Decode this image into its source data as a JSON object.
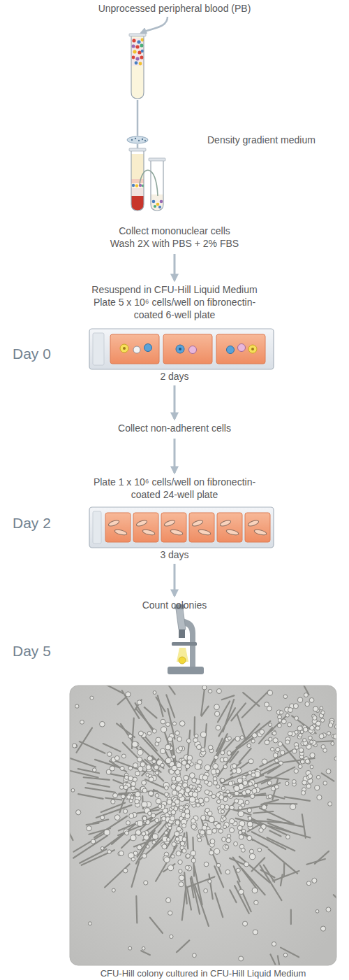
{
  "diagram": {
    "caption": "CFU-Hill colony cultured in CFU-Hill Liquid Medium",
    "nodes": [
      {
        "text": [
          "Unprocessed peripheral blood (PB)"
        ]
      },
      {
        "text": [
          "Collect mononuclear cells Wash 2X with PBS + 2% FBS"
        ]
      },
      {
        "text": [
          "Resuspend in CFU-Hill Liquid Medium Plate 5 x 10⁶ cells/well on fibronectin-coated 6-well plate",
          "2 days"
        ]
      },
      {
        "text": [
          "Collect non-adherent cells"
        ]
      },
      {
        "text": [
          "Plate 1 x 10⁶ cells/well on fibronectin-coated 24-well plate",
          "3 days"
        ]
      },
      {
        "text": [
          "Count colonies"
        ]
      }
    ],
    "edges": [
      {
        "from": 1,
        "to": 2,
        "arrow": "to"
      },
      {
        "from": 2,
        "to": 3,
        "arrow": "to"
      },
      {
        "from": 3,
        "to": 4,
        "arrow": "to"
      },
      {
        "from": 4,
        "to": 5,
        "arrow": "to"
      }
    ],
    "labels": [
      "Density gradient medium",
      "Day 0",
      "Day 2",
      "Day 5"
    ]
  }
}
